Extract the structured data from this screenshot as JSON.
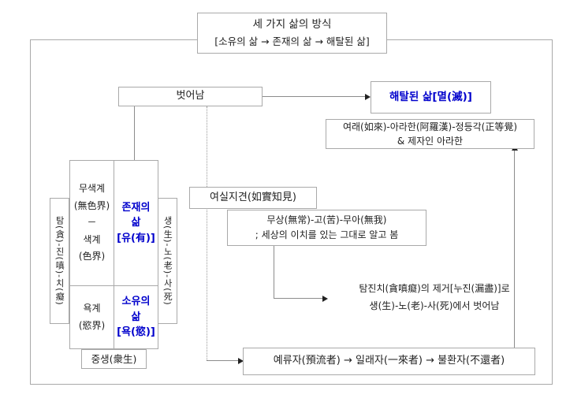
{
  "colors": {
    "accent_blue": "#0000cc",
    "box_border": "#a9a9a9",
    "connector_gray": "#8c8c8c"
  },
  "title_box": {
    "line1": "세 가지 삶의 방식",
    "line2": "[소유의 삶 → 존재의 삶 → 해탈된 삶]"
  },
  "flow": {
    "escape": "벗어남",
    "liberated_life": "해탈된 삶[멸(滅)]",
    "tathagata": {
      "line1": "여래(如來)-아라한(阿羅漢)-정등각(正等覺)",
      "line2": "& 제자인 아라한"
    },
    "seeing_as_it_is": "여실지견(如實知見)",
    "three_marks": {
      "line1": "무상(無常)-고(苦)-무아(無我)",
      "line2": "; 세상의 이치를 있는 그대로 알고 봄"
    },
    "removal_note": {
      "line1": "탐진치(貪嗔癡)의 제거[누진(漏盡)]로",
      "line2": "생(生)-노(老)-사(死)에서 벗어남"
    },
    "noble_stages": "예류자(預流者) → 일래자(一來者) → 불환자(不還者)"
  },
  "realm_cluster": {
    "formless_and_form_realms": {
      "line1": "무색계",
      "line2": "(無色界)",
      "line3": "－",
      "line4": "색계",
      "line5": "(色界)"
    },
    "life_of_being": {
      "line1": "존재의",
      "line2": "삶",
      "line3": "[유(有)]"
    },
    "desire_realm": {
      "line1": "욕계",
      "line2": "(慾界)"
    },
    "life_of_having": {
      "line1": "소유의",
      "line2": "삶",
      "line3": "[욕(慾)]"
    },
    "three_poisons": "탐(貪)-진(嗔)-치(癡)",
    "birth_aging_death": "생(生)-노(老)-사(死)",
    "sentient_beings": "중생(衆生)"
  }
}
